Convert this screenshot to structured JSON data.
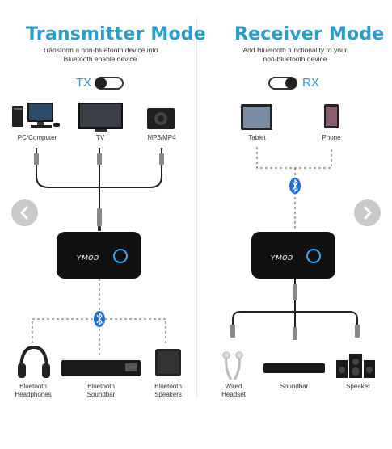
{
  "transmitter": {
    "title": "Transmitter Mode",
    "subtitle_line1": "Transform a non-bluetooth device into",
    "subtitle_line2": "Bluetooth enable device",
    "toggle_label": "TX",
    "devices": [
      "PC/Computer",
      "TV",
      "MP3/MP4"
    ],
    "outputs": [
      [
        "Bluetooth",
        "Headphones"
      ],
      [
        "Bluetooth",
        "Soundbar"
      ],
      [
        "Bluetooth",
        "Speakers"
      ]
    ]
  },
  "receiver": {
    "title": "Receiver Mode",
    "subtitle_line1": "Add Bluetooth functionality to your",
    "subtitle_line2": "non-bluetooth device",
    "toggle_label": "RX",
    "devices": [
      "Tablet",
      "Phone"
    ],
    "outputs": [
      [
        "Wired",
        "Headset"
      ],
      [
        "Soundbar",
        ""
      ],
      [
        "Speaker",
        ""
      ]
    ]
  },
  "brand": "ʏᴍᴏᴅ",
  "colors": {
    "accent": "#2a9dc9",
    "bluetooth": "#1f6fd1",
    "device": "#1a1a1a",
    "led": "#3aa7ff"
  },
  "icons": {
    "prev": "chevron-left-icon",
    "next": "chevron-right-icon",
    "bluetooth": "bluetooth-icon"
  }
}
